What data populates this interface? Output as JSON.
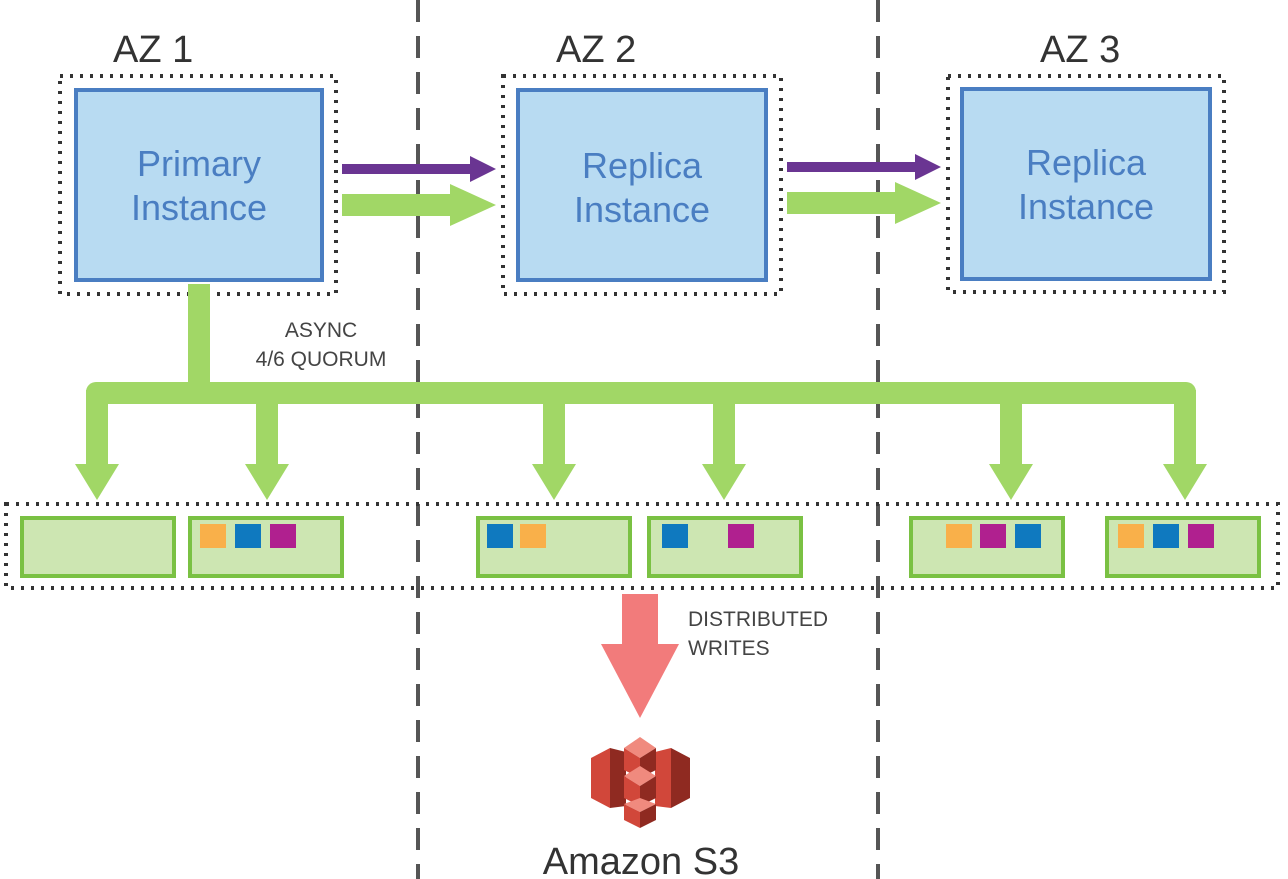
{
  "zones": [
    {
      "label": "AZ 1",
      "instance": [
        "Primary",
        "Instance"
      ]
    },
    {
      "label": "AZ 2",
      "instance": [
        "Replica",
        "Instance"
      ]
    },
    {
      "label": "AZ 3",
      "instance": [
        "Replica",
        "Instance"
      ]
    }
  ],
  "quorum_note": [
    "ASYNC",
    "4/6 QUORUM"
  ],
  "writes_note": [
    "DISTRIBUTED",
    "WRITES"
  ],
  "storage_label": "Amazon S3",
  "colors": {
    "instance_fill": "#b8dbf2",
    "instance_stroke": "#4a7ec2",
    "replication_arrow": "#6a3592",
    "async_arrow": "#a1d766",
    "storage_fill": "#cde6b2",
    "storage_stroke": "#7ac143",
    "writes_arrow": "#f27b7b",
    "s3_red": "#d1473a",
    "block_orange": "#f9b04a",
    "block_blue": "#0f79bf",
    "block_magenta": "#b0208f"
  }
}
